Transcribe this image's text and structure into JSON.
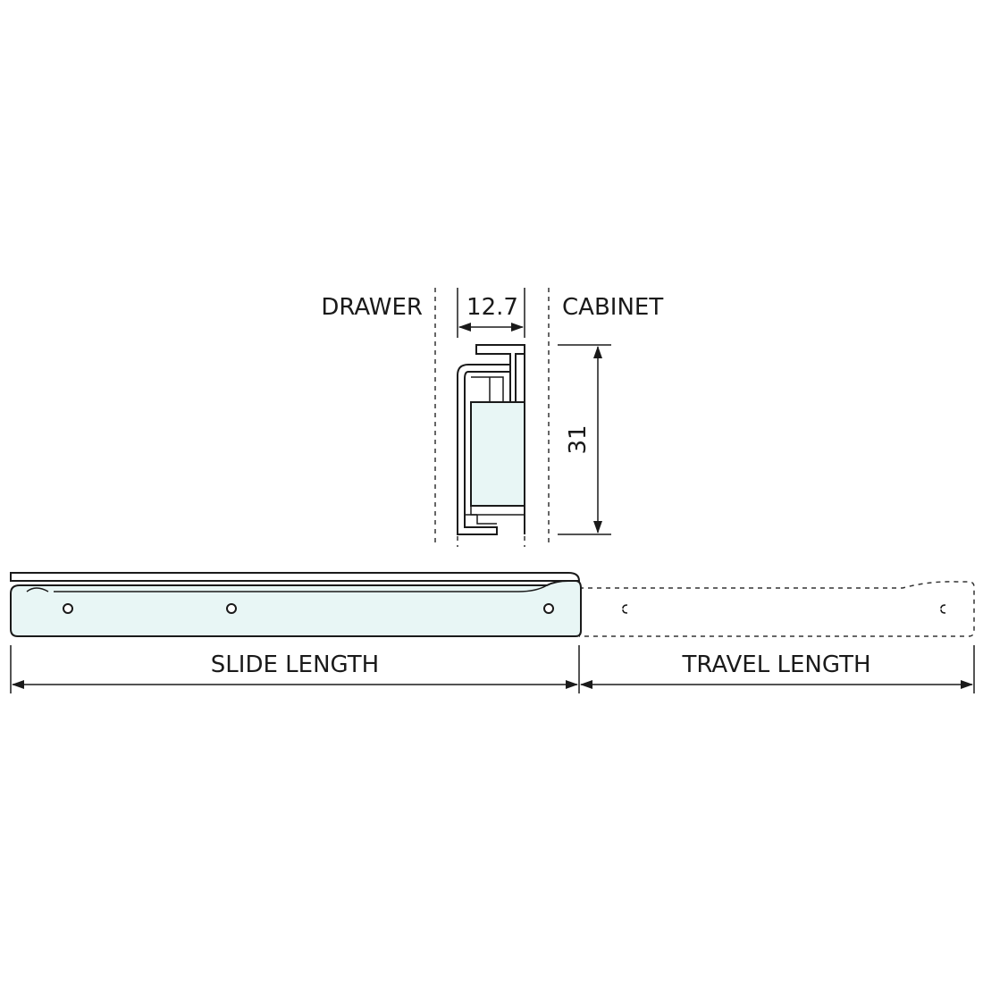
{
  "labels": {
    "drawer": "DRAWER",
    "cabinet": "CABINET",
    "width_dim": "12.7",
    "height_dim": "31",
    "slide_length": "SLIDE LENGTH",
    "travel_length": "TRAVEL LENGTH"
  },
  "colors": {
    "line": "#1a1a1a",
    "part_fill": "#e8f6f5"
  }
}
